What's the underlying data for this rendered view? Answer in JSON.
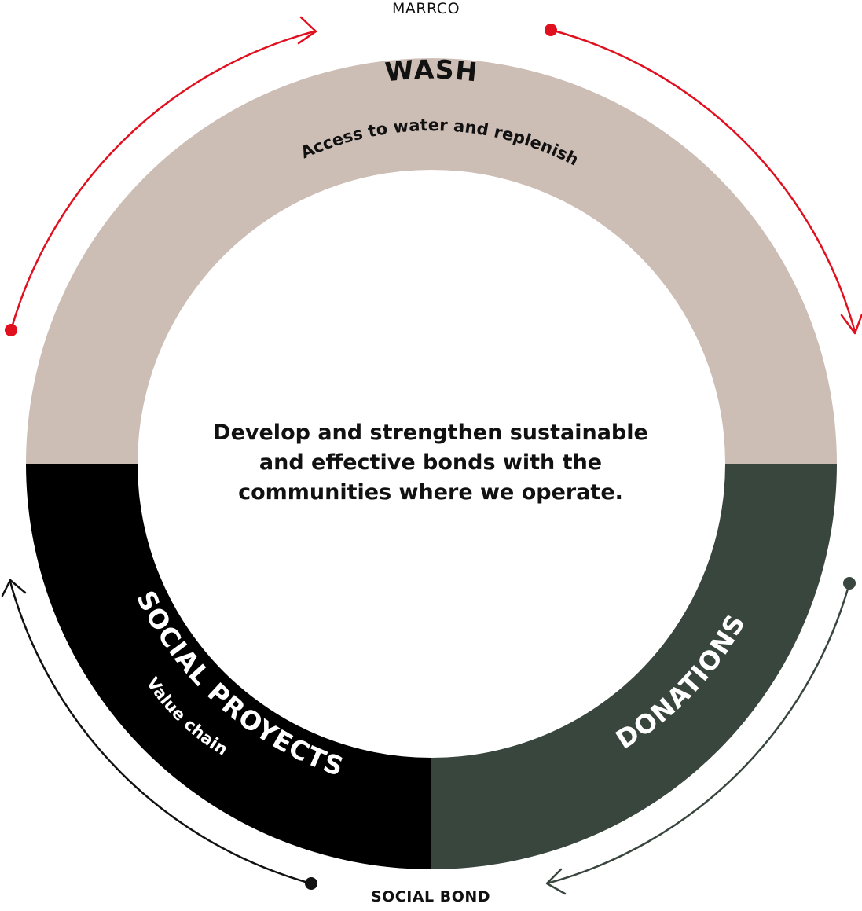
{
  "labels": {
    "top": "MARRCO",
    "bottom": "SOCIAL BOND"
  },
  "center_text": "Develop and strengthen sustainable and effective bonds with the communities where we operate.",
  "segments": {
    "wash": {
      "title": "WASH",
      "subtitle": "Access to water and replenish",
      "color": "#ccbdb5"
    },
    "social_projects": {
      "title": "SOCIAL PROYECTS",
      "subtitle": "Value chain",
      "color": "#000000"
    },
    "donations": {
      "title": "DONATIONS",
      "color": "#38463d"
    }
  },
  "arrow_colors": {
    "top": "#e0101f",
    "bottom_left": "#111111",
    "bottom_right": "#38463d"
  }
}
